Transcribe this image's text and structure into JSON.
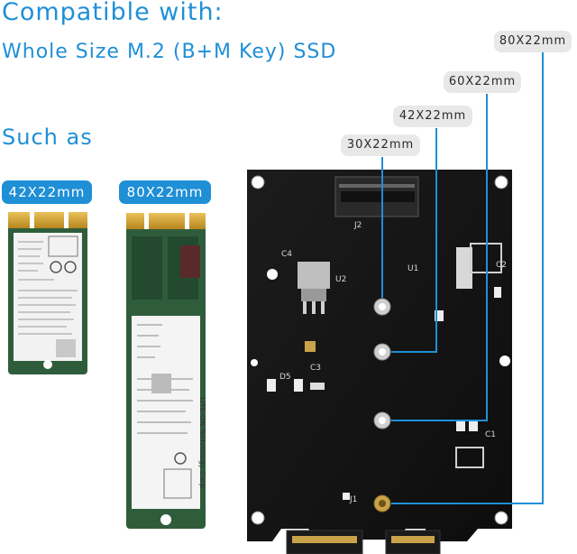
{
  "headline": "Compatible with:",
  "subheadline": "Whole Size M.2 (B+M Key) SSD",
  "such_as": "Such as",
  "ssd_labels": {
    "short": "42X22mm",
    "long": "80X22mm"
  },
  "size_callouts": {
    "s30": "30X22mm",
    "s42": "42X22mm",
    "s60": "60X22mm",
    "s80": "80X22mm"
  },
  "board_silkscreen": {
    "j2": "J2",
    "c4": "C4",
    "u2": "U2",
    "u1": "U1",
    "c2": "C2",
    "c3": "C3",
    "d5": "D5",
    "c1": "C1",
    "j1": "J1"
  },
  "ssd_brand": "LITE-ON Technology Corp.",
  "colors": {
    "accent": "#1f8fd6",
    "board": "#141414",
    "ssd_pcb": "#2f5d3c"
  }
}
